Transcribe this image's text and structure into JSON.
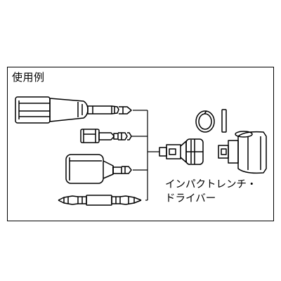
{
  "diagram": {
    "title": "使用例",
    "caption_line1": "インパクトレンチ・",
    "caption_line2": "ドライバー",
    "colors": {
      "stroke": "#000000",
      "background": "#ffffff"
    },
    "parts": [
      "long-socket-adapter",
      "nut-setter-bit",
      "socket-bit-adapter",
      "double-end-screwdriver-bit",
      "retaining-ring",
      "pin",
      "socket-adapter",
      "impact-socket"
    ]
  }
}
